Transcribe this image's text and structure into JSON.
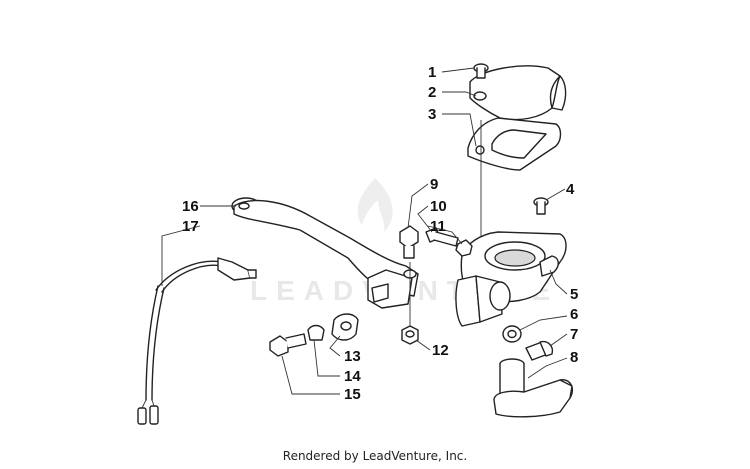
{
  "watermark": {
    "text": "LEADVENTURE"
  },
  "footer": {
    "text": "Rendered by LeadVenture, Inc."
  },
  "callouts": {
    "c1": "1",
    "c2": "2",
    "c3": "3",
    "c4": "4",
    "c5": "5",
    "c6": "6",
    "c7": "7",
    "c8": "8",
    "c9": "9",
    "c10": "10",
    "c11": "11",
    "c12": "12",
    "c13": "13",
    "c14": "14",
    "c15": "15",
    "c16": "16",
    "c17": "17"
  }
}
